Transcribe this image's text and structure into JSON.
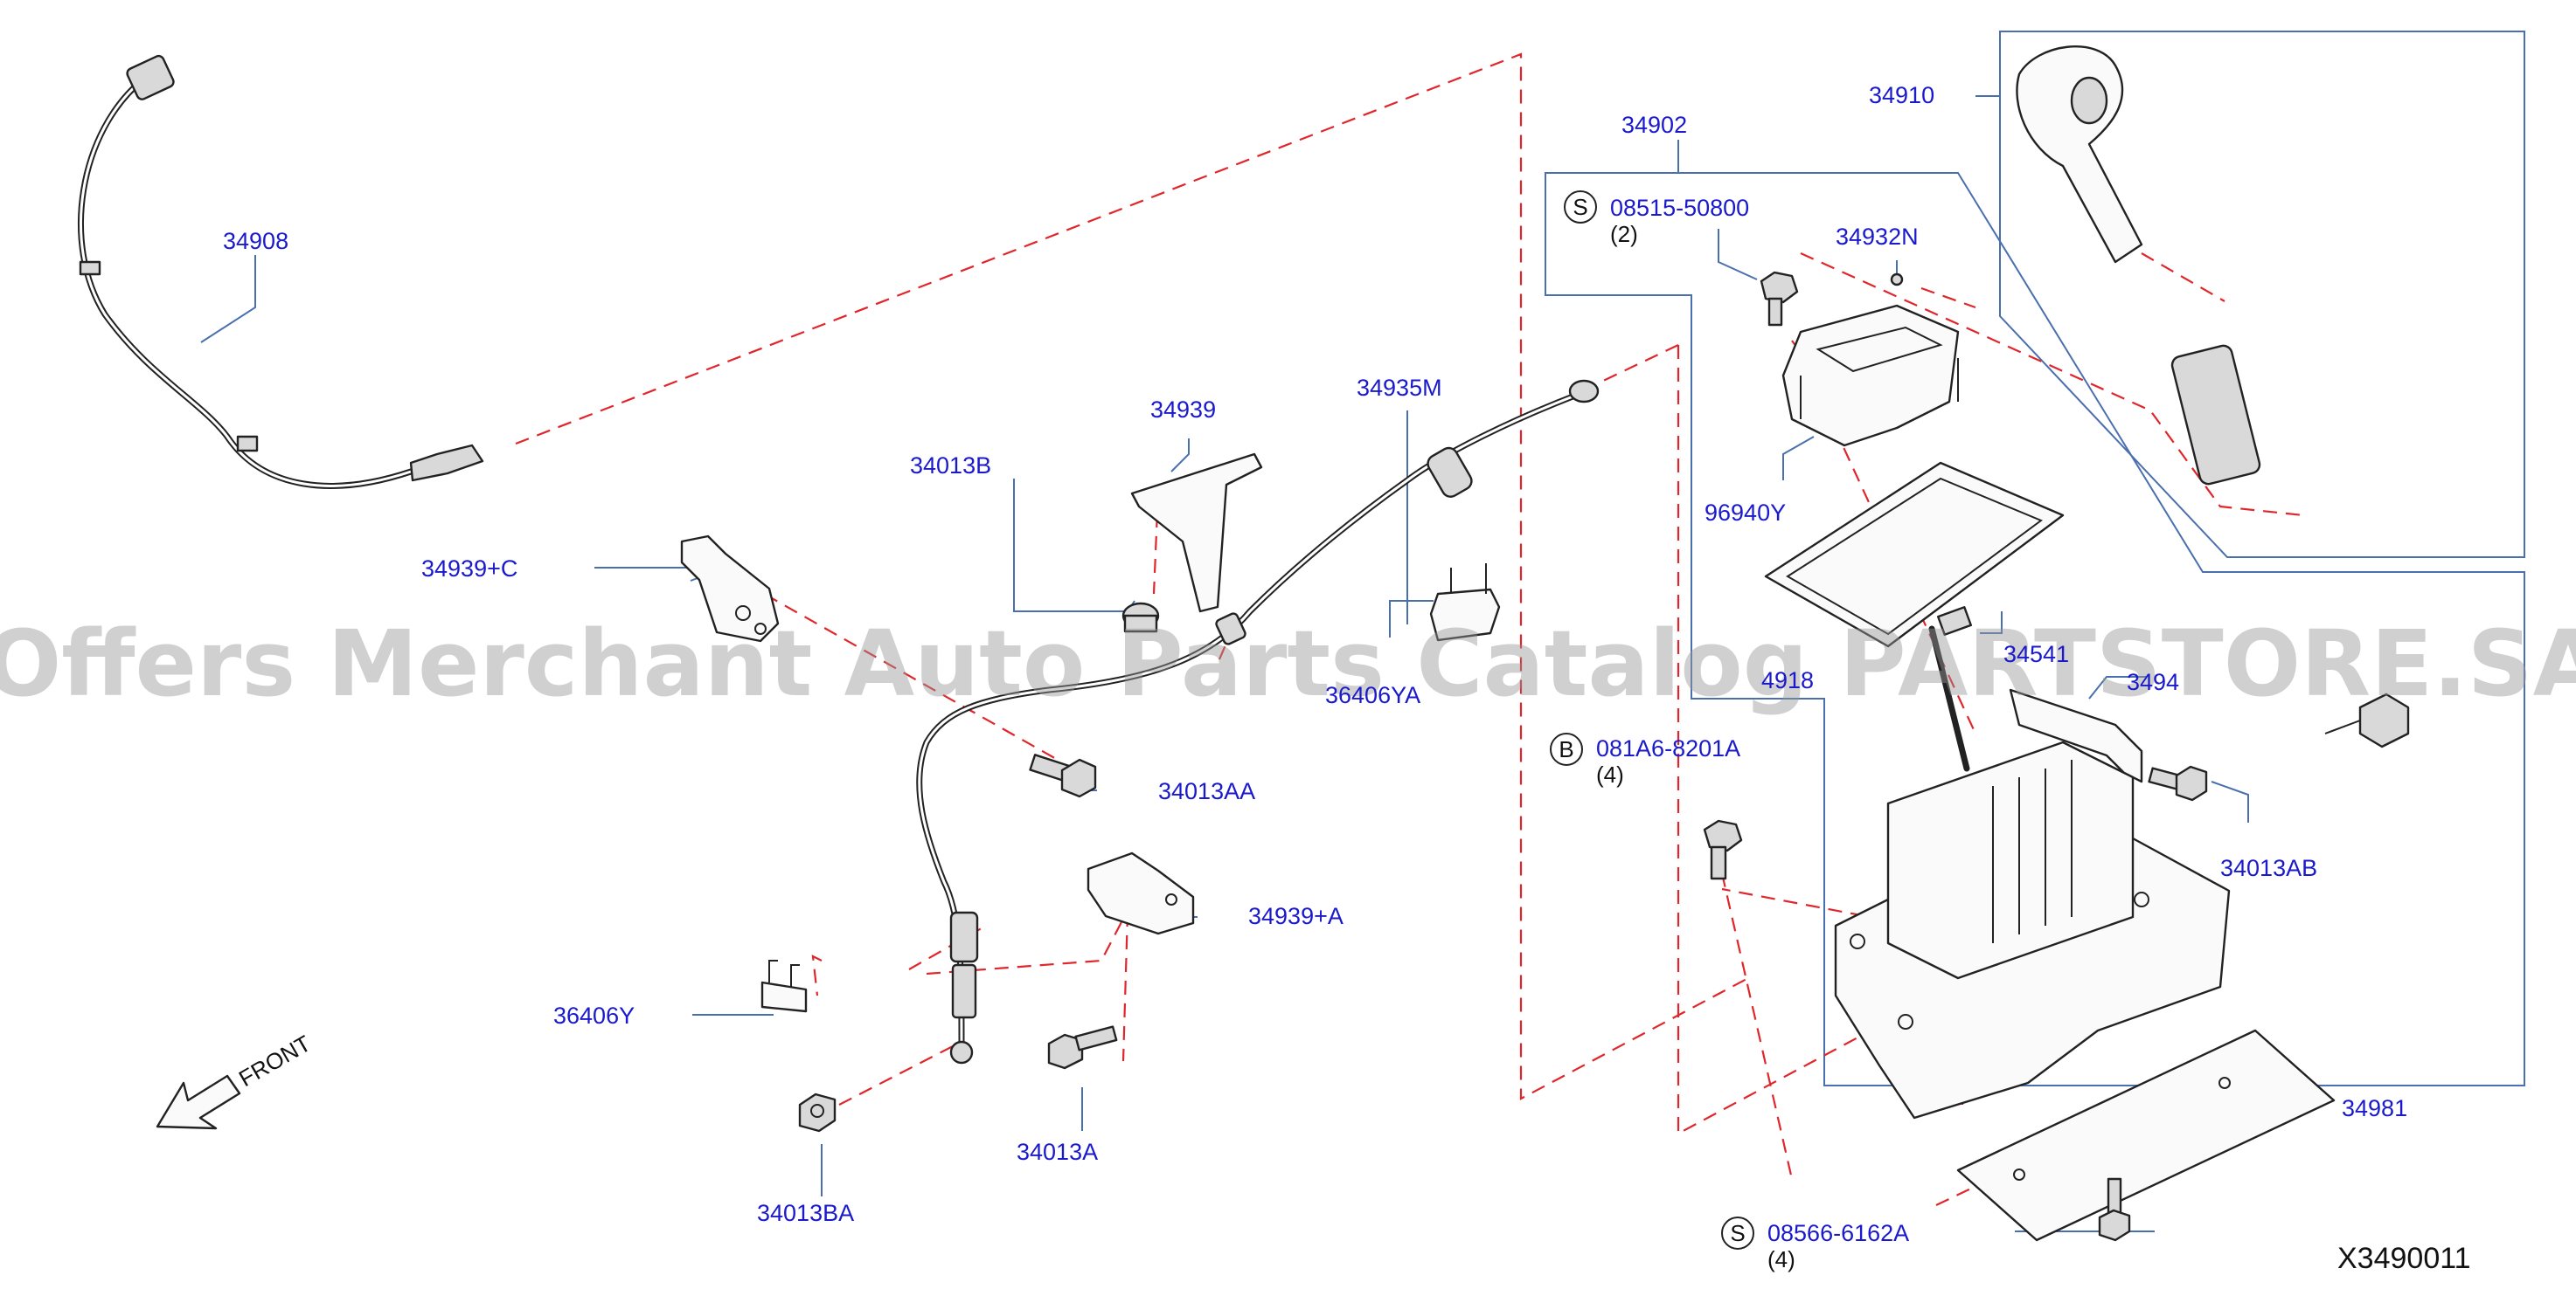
{
  "labels": {
    "l34908": "34908",
    "l34939c": "34939+C",
    "l34013b": "34013B",
    "l34939": "34939",
    "l34935m": "34935M",
    "l36406ya": "36406YA",
    "l34013aa": "34013AA",
    "l34939a": "34939+A",
    "l36406y": "36406Y",
    "l34013a": "34013A",
    "l34013ba": "34013BA",
    "l34902": "34902",
    "l34910": "34910",
    "l34932n": "34932N",
    "l96940y": "96940Y",
    "l4918": "4918",
    "l34541": "34541",
    "l3494": "3494",
    "l34013ab": "34013AB",
    "l34981": "34981",
    "s1_code": "08515-50800",
    "s1_qty": "(2)",
    "b1_code": "081A6-8201A",
    "b1_qty": "(4)",
    "s2_code": "08566-6162A",
    "s2_qty": "(4)",
    "front": "FRONT",
    "diagram_code": "X3490011"
  },
  "symbols": {
    "s": "S",
    "b": "B"
  },
  "watermark": "Offers Merchant Auto Parts Catalog PARTSTORE.SA",
  "colors": {
    "label_blue": "#1a1acc",
    "leader_blue": "#4a6fae",
    "dash_red": "#e0262b",
    "ink": "#222222"
  },
  "icons": [
    "front-arrow-icon"
  ]
}
